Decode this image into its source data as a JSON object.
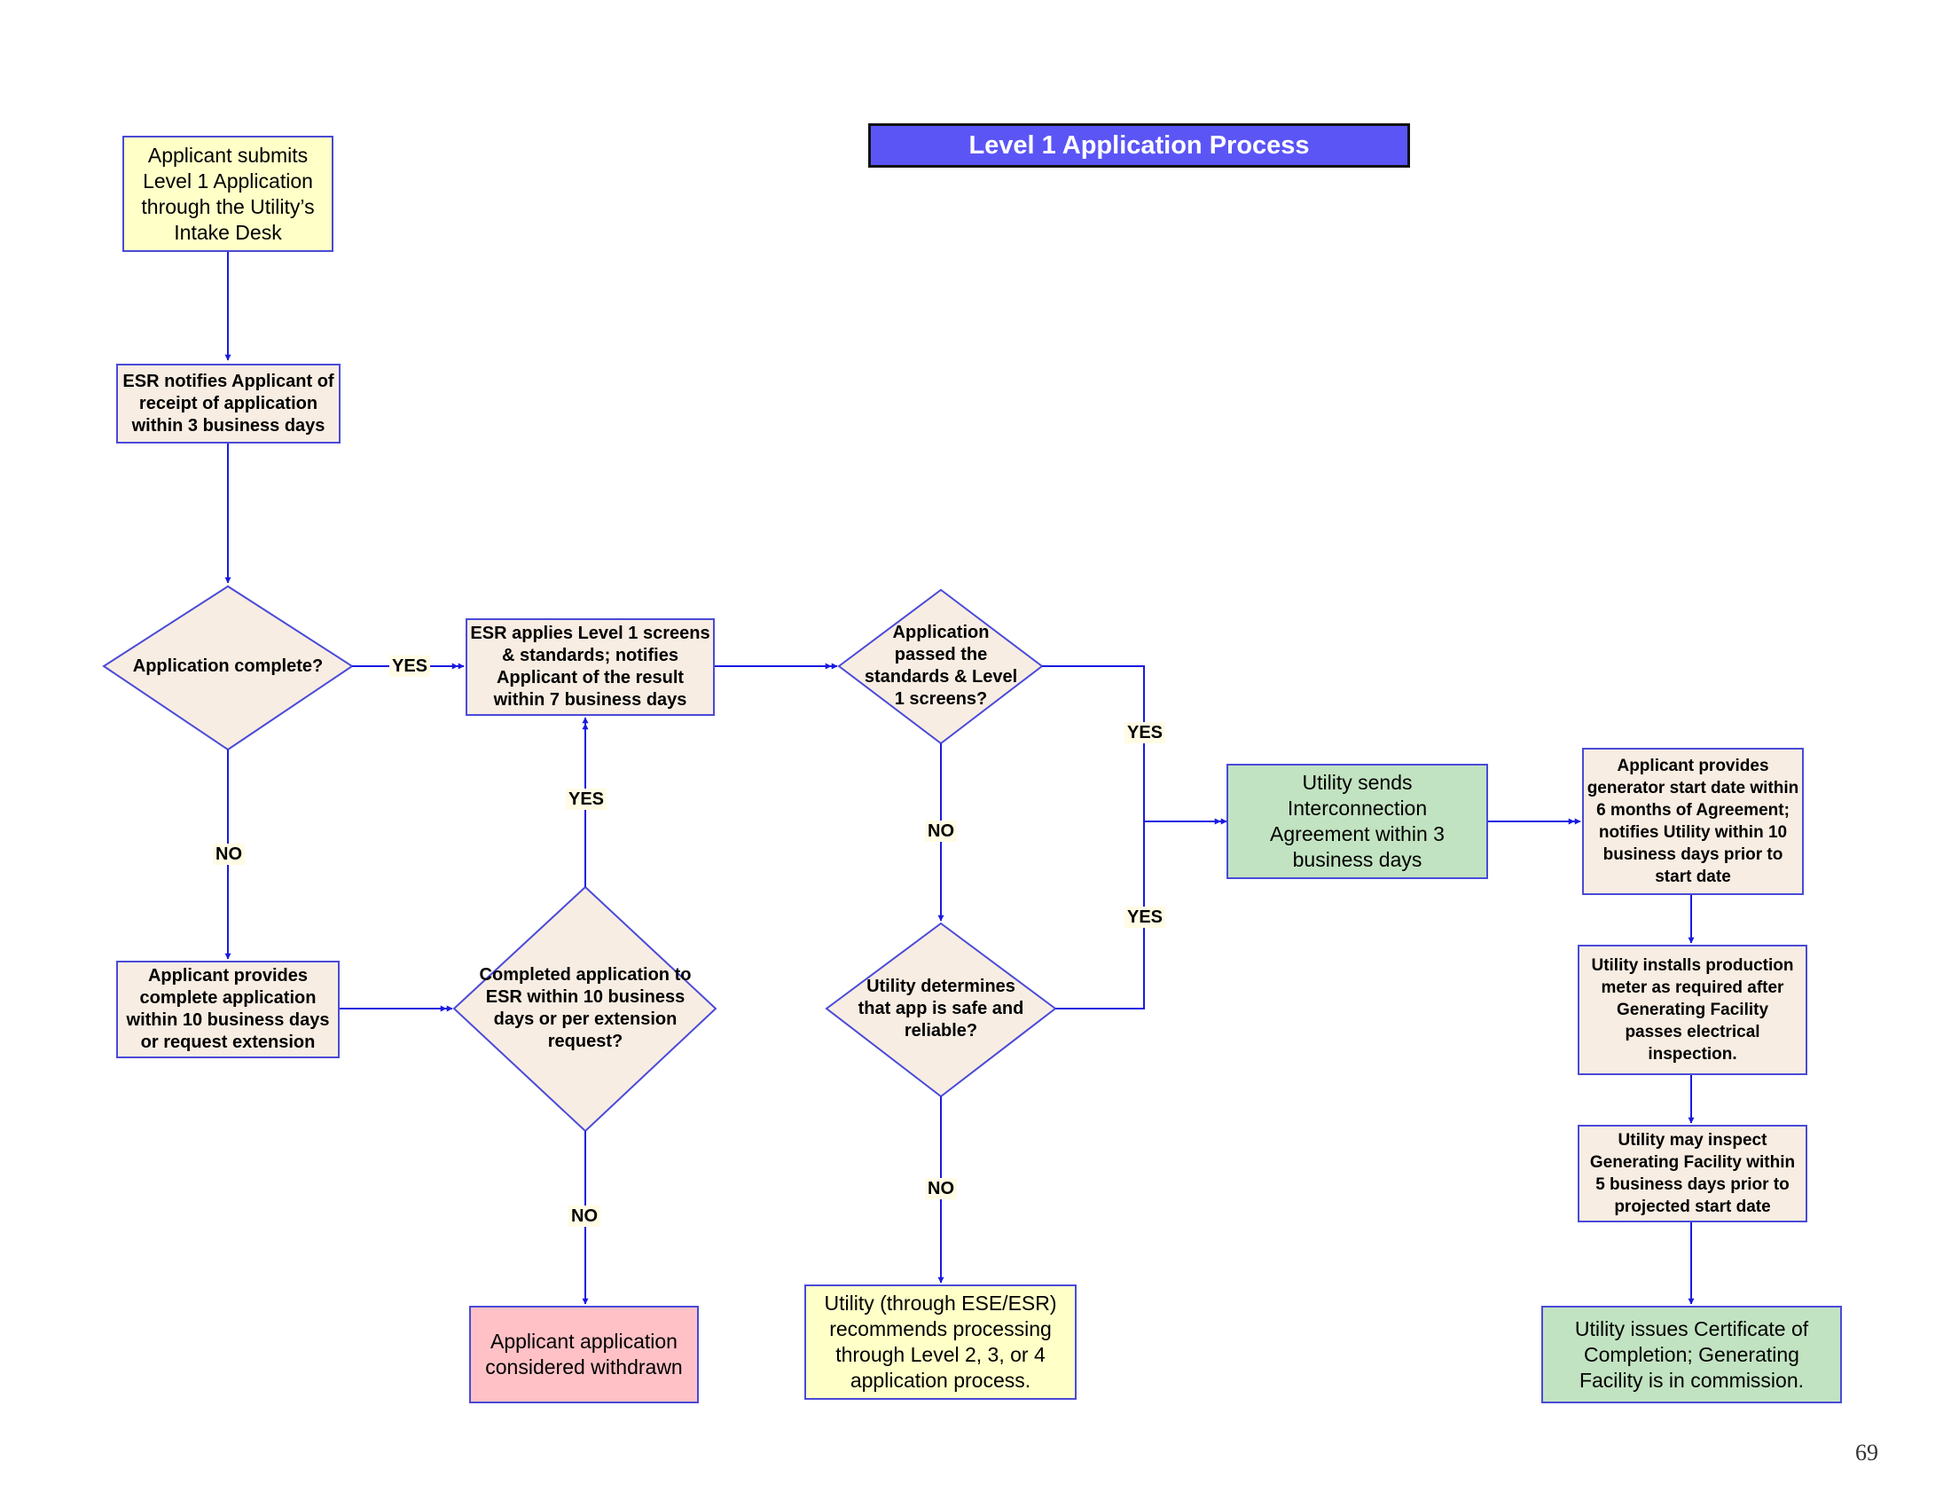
{
  "title": "Level 1 Application Process",
  "page_number": "69",
  "colors": {
    "title_bg": "#5b55f6",
    "line": "#1a1ae0",
    "box_border": "#4a4ad8",
    "yellow": "#ffffc8",
    "beige": "#f8ede2",
    "green": "#c2e3c1",
    "pink": "#ffc1c6"
  },
  "nodes": {
    "submit": "Applicant submits Level 1 Application through the Utility’s Intake Desk",
    "notify_receipt": "ESR notifies Applicant of receipt of application within 3 business days",
    "complete_q": "Application complete?",
    "apply_screens": "ESR applies Level 1 screens & standards; notifies Applicant of the result within 7 business days",
    "passed_q": "Application passed the standards & Level 1 screens?",
    "provide_complete": "Applicant provides complete application within 10 business days or request extension",
    "completed_q": "Completed application to ESR within 10 business days or per extension request?",
    "safe_q": "Utility determines that app is safe and reliable?",
    "withdrawn": "Applicant application considered withdrawn",
    "recommend": "Utility (through ESE/ESR) recommends processing through Level 2, 3, or 4 application process.",
    "agreement": "Utility sends Interconnection Agreement within 3 business days",
    "start_date": "Applicant provides generator start date within 6 months of Agreement; notifies Utility within 10 business days prior to start date",
    "meter": "Utility installs production meter as required after Generating Facility passes electrical inspection.",
    "inspect": "Utility may inspect Generating Facility within 5 business days prior to projected start date",
    "certificate": "Utility issues Certificate of Completion; Generating Facility is in commission."
  },
  "edge_labels": {
    "yes_complete": "YES",
    "no_complete": "NO",
    "yes_completed": "YES",
    "no_completed": "NO",
    "yes_passed": "YES",
    "no_passed": "NO",
    "yes_safe": "YES",
    "no_safe": "NO"
  }
}
